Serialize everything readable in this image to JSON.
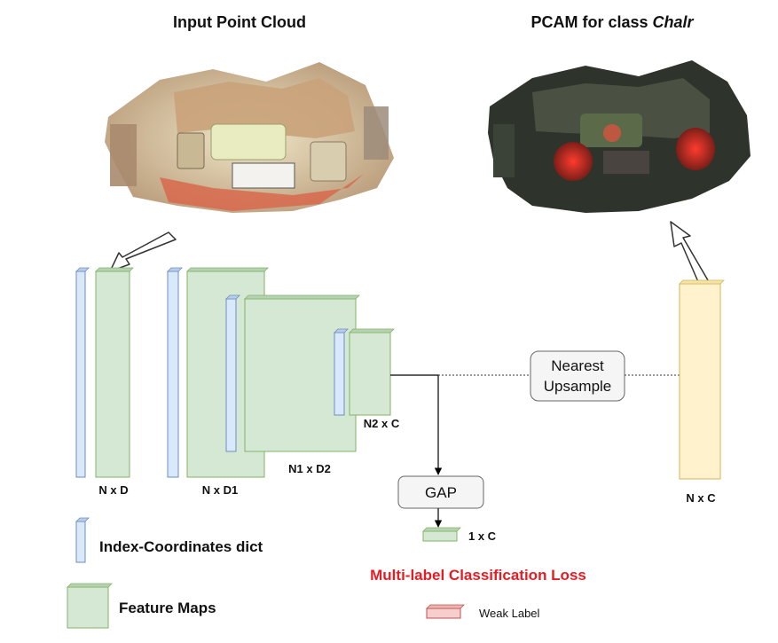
{
  "titles": {
    "input": "Input Point Cloud",
    "pcam_prefix": "PCAM for class ",
    "pcam_class": "Chalr"
  },
  "labels": {
    "n_x_d": "N x D",
    "n_x_d1": "N x D1",
    "n1_x_d2": "N1 x D2",
    "n2_x_c": "N2 x C",
    "one_x_c": "1 x C",
    "n_x_c": "N x C"
  },
  "boxes": {
    "gap": "GAP",
    "nearest_line1": "Nearest",
    "nearest_line2": "Upsample"
  },
  "legend": {
    "index_dict": "Index-Coordinates dict",
    "feature_maps": "Feature Maps",
    "loss": "Multi-label Classification Loss",
    "weak_label": "Weak Label"
  },
  "colors": {
    "index_fill": "#dae8fc",
    "index_stroke": "#6c8ebf",
    "feature_fill": "#d5e8d4",
    "feature_stroke": "#82b366",
    "upsample_fill": "#fff2cc",
    "upsample_stroke": "#d6b656",
    "weak_fill": "#f8cecc",
    "weak_stroke": "#b85450",
    "loss_text": "#e51c23"
  }
}
